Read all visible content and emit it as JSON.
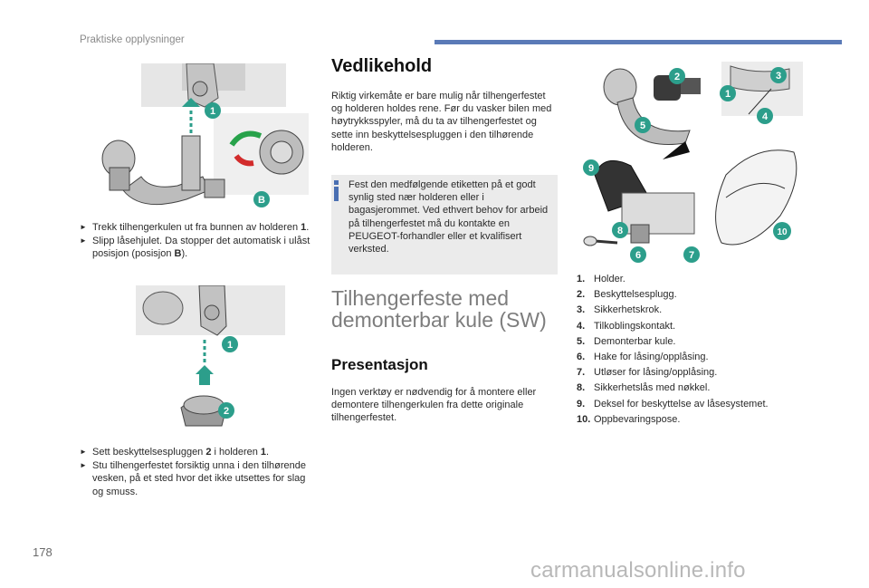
{
  "header": {
    "section_title": "Praktiske opplysninger",
    "accent_color": "#5a7ab7"
  },
  "page_number": "178",
  "watermark": "carmanualsonline.info",
  "figure1": {
    "callouts": [
      "1",
      "B"
    ]
  },
  "steps1": [
    {
      "pre": "Trekk tilhengerkulen ut fra bunnen av holderen ",
      "b": "1",
      "post": "."
    },
    {
      "pre": "Slipp låsehjulet. Da stopper det automatisk i ulåst posisjon (posisjon ",
      "b": "B",
      "post": ")."
    }
  ],
  "figure2": {
    "callouts": [
      "1",
      "2"
    ]
  },
  "steps2": [
    {
      "pre": "Sett beskyttelsespluggen ",
      "b": "2",
      "mid": " i holderen ",
      "b2": "1",
      "post": "."
    },
    {
      "pre": "Stu tilhengerfestet forsiktig unna i den tilhørende vesken, på et sted hvor det ikke utsettes for slag og smuss.",
      "b": "",
      "post": ""
    }
  ],
  "maintenance": {
    "heading": "Vedlikehold",
    "paragraph": "Riktig virkemåte er bare mulig når tilhengerfestet og holderen holdes rene. Før du vasker bilen med høytrykksspyler, må du ta av tilhengerfestet og sette inn beskyttelsespluggen i den tilhørende holderen.",
    "info_note": "Fest den medfølgende etiketten på et godt synlig sted nær holderen eller i bagasjerommet. Ved ethvert behov for arbeid på tilhengerfestet må du kontakte en PEUGEOT-forhandler eller et kvalifisert verksted."
  },
  "section_title": "Tilhengerfeste med demonterbar kule (SW)",
  "presentation": {
    "heading": "Presentasjon",
    "paragraph": "Ingen verktøy er nødvendig for å montere eller demontere tilhengerkulen fra dette originale tilhengerfestet."
  },
  "figure3": {
    "callouts": [
      "1",
      "2",
      "3",
      "4",
      "5",
      "6",
      "7",
      "8",
      "9",
      "10"
    ],
    "callout_color": "#2c9e8b"
  },
  "legend": [
    {
      "num": "1.",
      "label": "Holder."
    },
    {
      "num": "2.",
      "label": "Beskyttelsesplugg."
    },
    {
      "num": "3.",
      "label": "Sikkerhetskrok."
    },
    {
      "num": "4.",
      "label": "Tilkoblingskontakt."
    },
    {
      "num": "5.",
      "label": "Demonterbar kule."
    },
    {
      "num": "6.",
      "label": "Hake for låsing/opplåsing."
    },
    {
      "num": "7.",
      "label": "Utløser for låsing/opplåsing."
    },
    {
      "num": "8.",
      "label": "Sikkerhetslås med nøkkel."
    },
    {
      "num": "9.",
      "label": "Deksel for beskyttelse av låsesystemet."
    },
    {
      "num": "10.",
      "label": "Oppbevaringspose."
    }
  ]
}
